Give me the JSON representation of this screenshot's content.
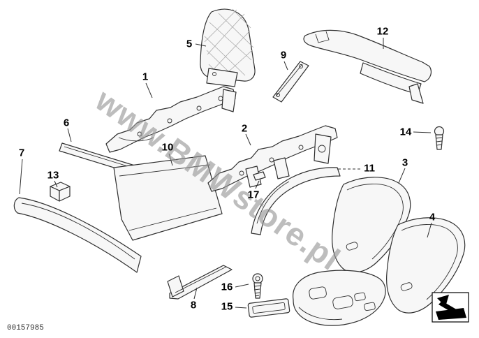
{
  "diagram": {
    "watermark": "www.BMWstore.pl",
    "image_id": "00157985",
    "callouts": [
      "1",
      "2",
      "3",
      "4",
      "5",
      "6",
      "7",
      "8",
      "9",
      "10",
      "11",
      "12",
      "13",
      "14",
      "15",
      "16",
      "17"
    ],
    "colors": {
      "line": "#2f2f2f",
      "watermark": "#969696",
      "background": "#ffffff"
    }
  }
}
